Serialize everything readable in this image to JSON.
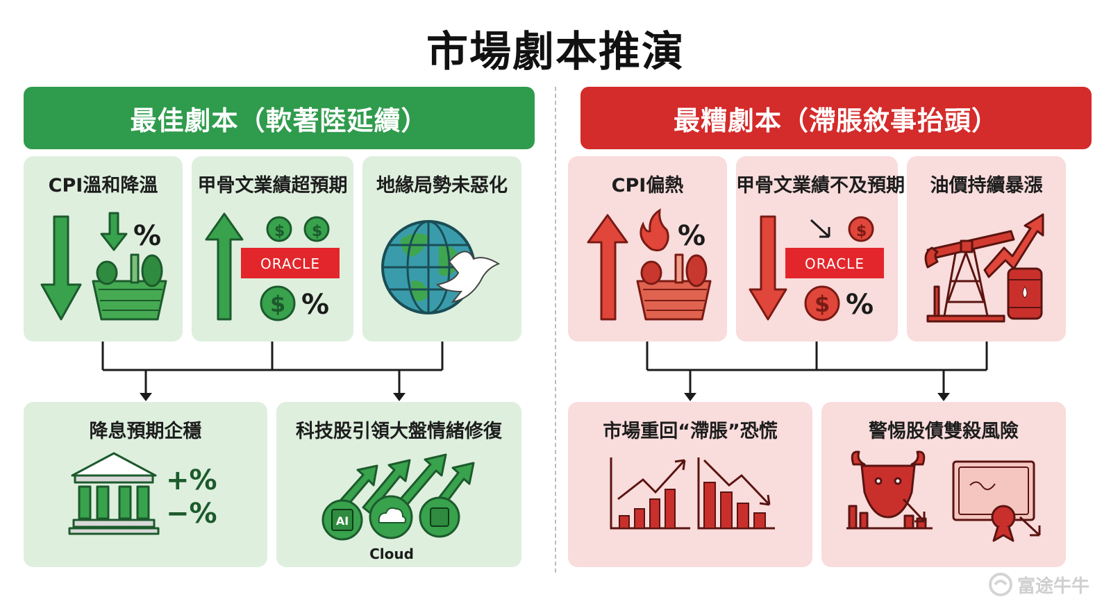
{
  "title": "市場劇本推演",
  "best": {
    "banner": "最佳劇本（軟著陸延續）",
    "factors": [
      {
        "label": "CPI溫和降溫",
        "icon": "down-arrow-basket-icon"
      },
      {
        "label": "甲骨文業績超預期",
        "icon": "up-arrow-oracle-icon"
      },
      {
        "label": "地緣局勢未惡化",
        "icon": "globe-dove-icon"
      }
    ],
    "outcomes": [
      {
        "label": "降息預期企穩",
        "icon": "bank-plus-minus-icon",
        "plus": "+%",
        "minus": "−%"
      },
      {
        "label": "科技股引領大盤情緒修復",
        "icon": "ai-cloud-chip-arrows-icon",
        "ai": "AI",
        "cloud": "Cloud"
      }
    ]
  },
  "worst": {
    "banner": "最糟劇本（滯脹敘事抬頭）",
    "factors": [
      {
        "label": "CPI偏熱",
        "icon": "up-arrow-fire-basket-icon"
      },
      {
        "label": "甲骨文業績不及預期",
        "icon": "down-arrow-oracle-icon"
      },
      {
        "label": "油價持續暴漲",
        "icon": "oil-pump-rising-icon"
      }
    ],
    "outcomes": [
      {
        "label": "市場重回“滯脹”恐慌",
        "icon": "rise-fall-bars-icon"
      },
      {
        "label": "警惕股債雙殺風險",
        "icon": "bull-bond-down-icon"
      }
    ]
  },
  "oracle_logo": "ORACLE",
  "percent": "%",
  "dollar": "$",
  "watermark": "富途牛牛",
  "colors": {
    "green": "#2f9b4c",
    "red": "#d42b2b",
    "green_bg": "#deefde",
    "red_bg": "#f9dcdc"
  }
}
